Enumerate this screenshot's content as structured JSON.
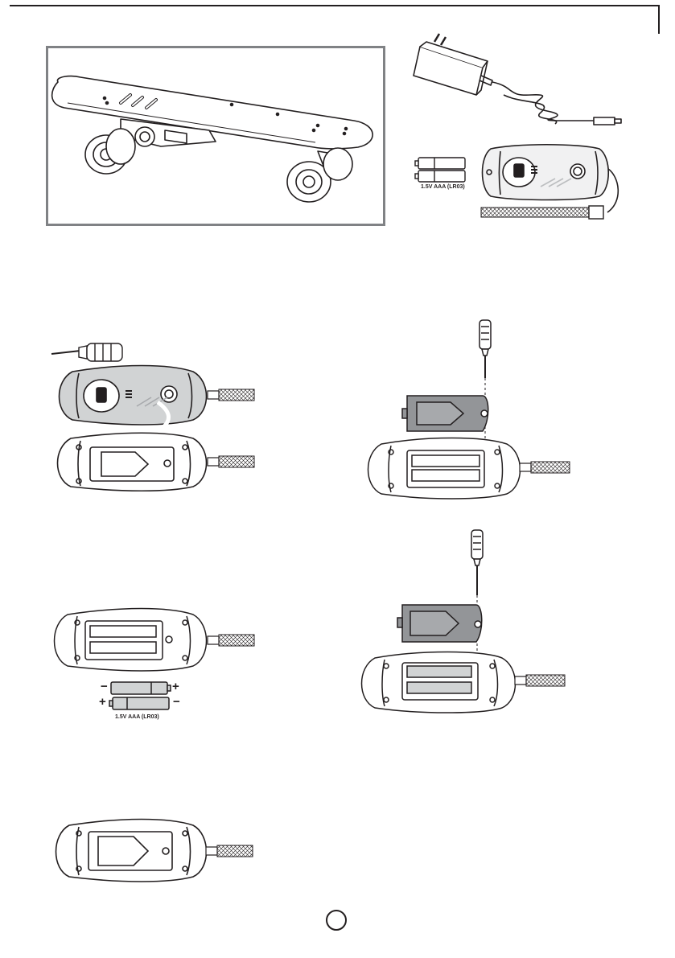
{
  "page": {
    "top_border": "#231f20",
    "frame_color": "#808285",
    "page_number": ""
  },
  "battery_label_components": "1.5V  AAA (LR03)",
  "battery_label_step3": "1.5V  AAA (LR03)",
  "polarity": {
    "top_left": "−",
    "top_right": "+",
    "bottom_left": "+",
    "bottom_right": "−"
  },
  "icons": {
    "skateboard": "skateboard-illustration",
    "adapter": "power-adapter-illustration",
    "remote": "remote-control-illustration",
    "screwdriver": "screwdriver-icon"
  }
}
